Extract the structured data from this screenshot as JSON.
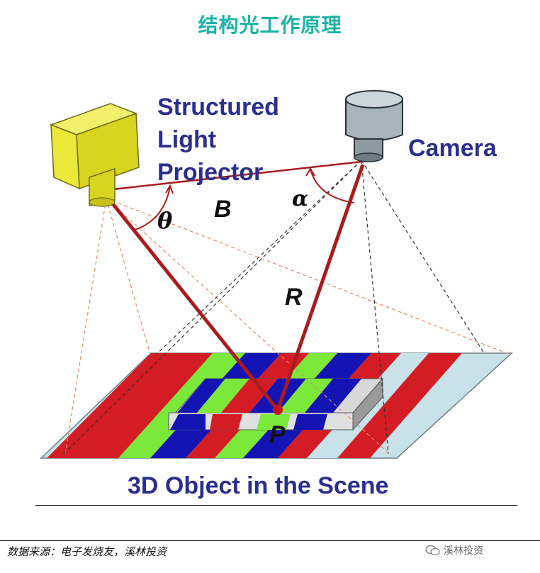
{
  "page": {
    "title": "结构光工作原理"
  },
  "diagram": {
    "projector_label": [
      "Structured",
      "Light",
      "Projector"
    ],
    "camera_label": "Camera",
    "theta_label": "θ",
    "alpha_label": "α",
    "baseline_label": "B",
    "range_label": "R",
    "point_label": "P",
    "scene_caption": "3D Object in the Scene",
    "colors": {
      "label_blue": "#2a2f8f",
      "red_stripe": "#d41c24",
      "green_stripe": "#7be83a",
      "blue_stripe": "#1414b4",
      "plane_fill": "#c9e2ea",
      "ray_red": "#a81c1c",
      "projector_yellow": "#e6e22a",
      "camera_gray": "#9aa7ad"
    }
  },
  "footer": {
    "source": "数据来源：电子发烧友，溪林投资",
    "watermark": "溪林投资"
  }
}
